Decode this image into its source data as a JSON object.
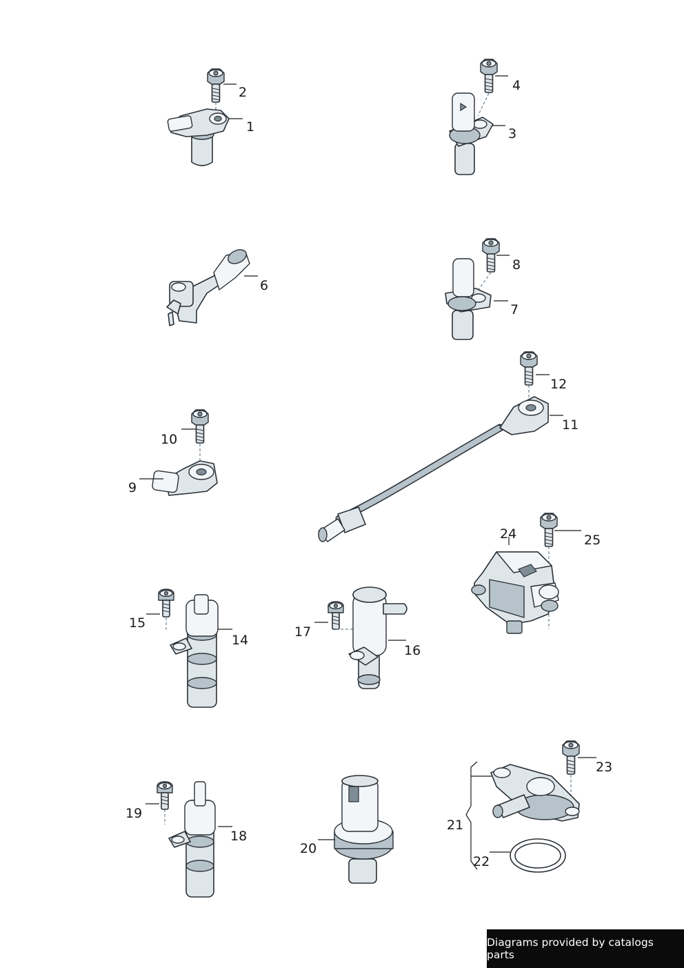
{
  "labels": {
    "p1": "1",
    "p2": "2",
    "p3": "3",
    "p4": "4",
    "p6": "6",
    "p7": "7",
    "p8": "8",
    "p9": "9",
    "p10": "10",
    "p11": "11",
    "p12": "12",
    "p14": "14",
    "p15": "15",
    "p16": "16",
    "p17": "17",
    "p18": "18",
    "p19": "19",
    "p20": "20",
    "p21": "21",
    "p22": "22",
    "p23": "23",
    "p24": "24",
    "p25": "25"
  },
  "watermark": "Diagrams provided by catalogs parts",
  "colors": {
    "part_fill": "#dfe6ea",
    "outline": "#2a3036",
    "watermark_bg": "#0b0b0b",
    "watermark_text": "#ffffff"
  }
}
